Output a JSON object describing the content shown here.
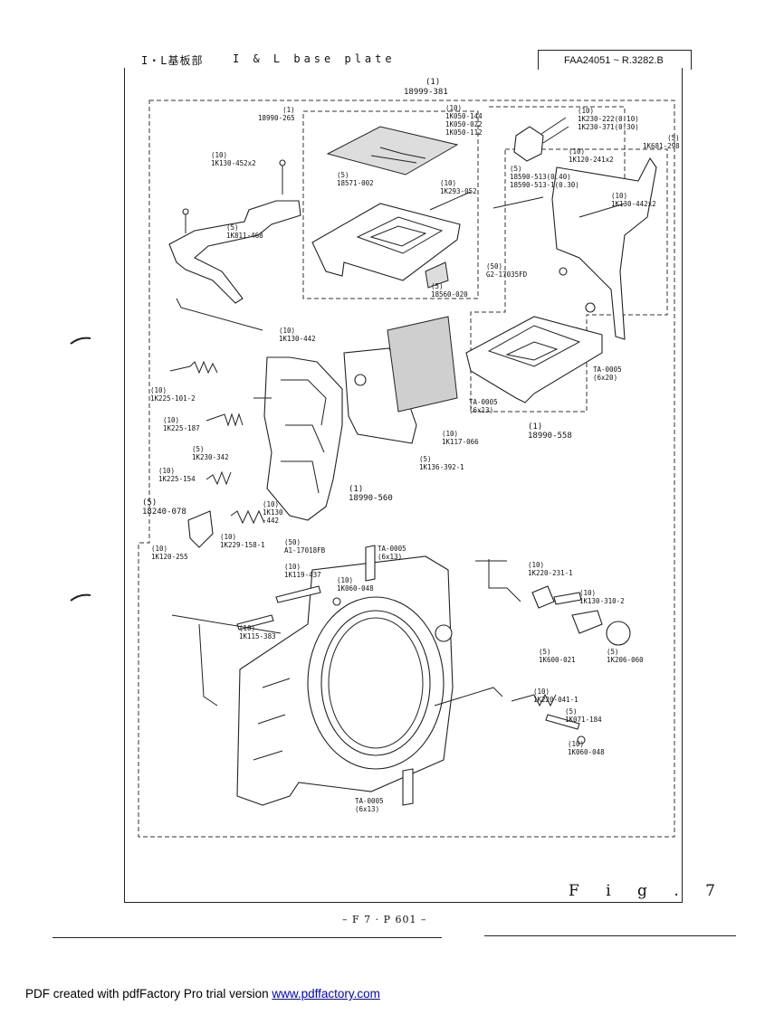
{
  "header": {
    "title_jp": "I・L基板部",
    "title_en": "I & L base plate",
    "drawing_code": "FAA24051 ~ R.3282.B"
  },
  "figure_label": "F i g .  7",
  "page_number": "– F 7 · P 601 –",
  "footer": {
    "prefix": "PDF created with pdfFactory Pro trial version ",
    "link_text": "www.pdffactory.com"
  },
  "labels": {
    "l_top_qty": "(1)",
    "l_top_pn": "18999-381",
    "l_a1": "(1)\n18990-265",
    "l_a2": "(10)\n1K130-452x2",
    "l_a3": "(5)\n1K811-468",
    "l_a4": "(5)\n18571-002",
    "l_a5": "(10)\n1K050-144\n1K050-022\n1K050-112",
    "l_a6": "(10)\n1K293-052",
    "l_a7": "(5)\n18560-020",
    "l_a8": "(10)\n1K230-222(0.10)\n1K230-371(0.30)",
    "l_a9": "(10)\n1K120-241x2",
    "l_a10": "(5)\n1K681-298",
    "l_a11": "(5)\n18590-513(0.40)\n18590-513-1(0.30)",
    "l_a12": "(10)\n1K130-442x2",
    "l_a13": "(50)\nG2-17035FD",
    "l_b1": "(10)\n1K130-442",
    "l_b2": "(10)\n1K225-101-2",
    "l_b3": "(10)\n1K225-187",
    "l_b4": "(5)\n1K230-342",
    "l_b5": "(10)\n1K225-154",
    "l_b6": "(5)\n18240-078",
    "l_b7": "(10)\n1K120-255",
    "l_b8": "(10)\n1K130\n-442",
    "l_b9": "(10)\n1K229-158-1",
    "l_b10": "(50)\nA1-17018FB",
    "l_b11": "(1)\n18990-560",
    "l_b12": "(10)\n1K117-066",
    "l_b13": "(5)\n1K136-392-1",
    "l_b14": "TA-0005\n(6x20)",
    "l_b15": "TA-0005\n(6x13)",
    "l_b16": "(1)\n18990-558",
    "l_c1": "TA-0005\n(6x13)",
    "l_c2": "(10)\n1K119-437",
    "l_c3": "(10)\n1K060-048",
    "l_c4": "(10)\n1K115-383",
    "l_c5": "(10)\n1K220-231-1",
    "l_c6": "(10)\n1K130-310-2",
    "l_c7": "(5)\n1K600-021",
    "l_c8": "(5)\n1K206-060",
    "l_c9": "(10)\n1K220-041-1",
    "l_c10": "(5)\n1K071-184",
    "l_c11": "(10)\n1K060-048",
    "l_c12": "TA-0005\n(6x13)"
  }
}
